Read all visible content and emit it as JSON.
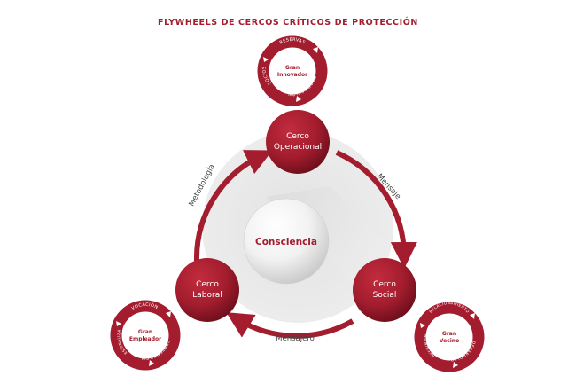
{
  "title": "FLYWHEELS DE CERCOS CRÍTICOS DE PROTECCIÓN",
  "center": {
    "label": "Consciencia"
  },
  "circles": {
    "operacional": {
      "line1": "Cerco",
      "line2": "Operacional"
    },
    "social": {
      "line1": "Cerco",
      "line2": "Social"
    },
    "laboral": {
      "line1": "Cerco",
      "line2": "Laboral"
    }
  },
  "edges": {
    "operacional_social": "Mensaje",
    "social_laboral": "Mensajero",
    "laboral_operacional": "Metodología"
  },
  "flywheels": {
    "top": {
      "line1": "Gran",
      "line2": "Innovador",
      "arcs": [
        "RESERVAS",
        "PRODUCCIÓN",
        "SOCIOS"
      ]
    },
    "left": {
      "line1": "Gran",
      "line2": "Empleador",
      "arcs": [
        "VOCACIÓN",
        "PERTENENCIA",
        "PROFESIONALIZACIÓN"
      ]
    },
    "right": {
      "line1": "Gran",
      "line2": "Vecino",
      "arcs": [
        "RELACIONAMIENTO",
        "DESARROLLO",
        "CONVENIMIENTO"
      ]
    }
  },
  "colors": {
    "primary": "#a31d2e",
    "primary_dark": "#7d1322",
    "text_gray": "#444444",
    "shadow": "#e6e6e6"
  }
}
